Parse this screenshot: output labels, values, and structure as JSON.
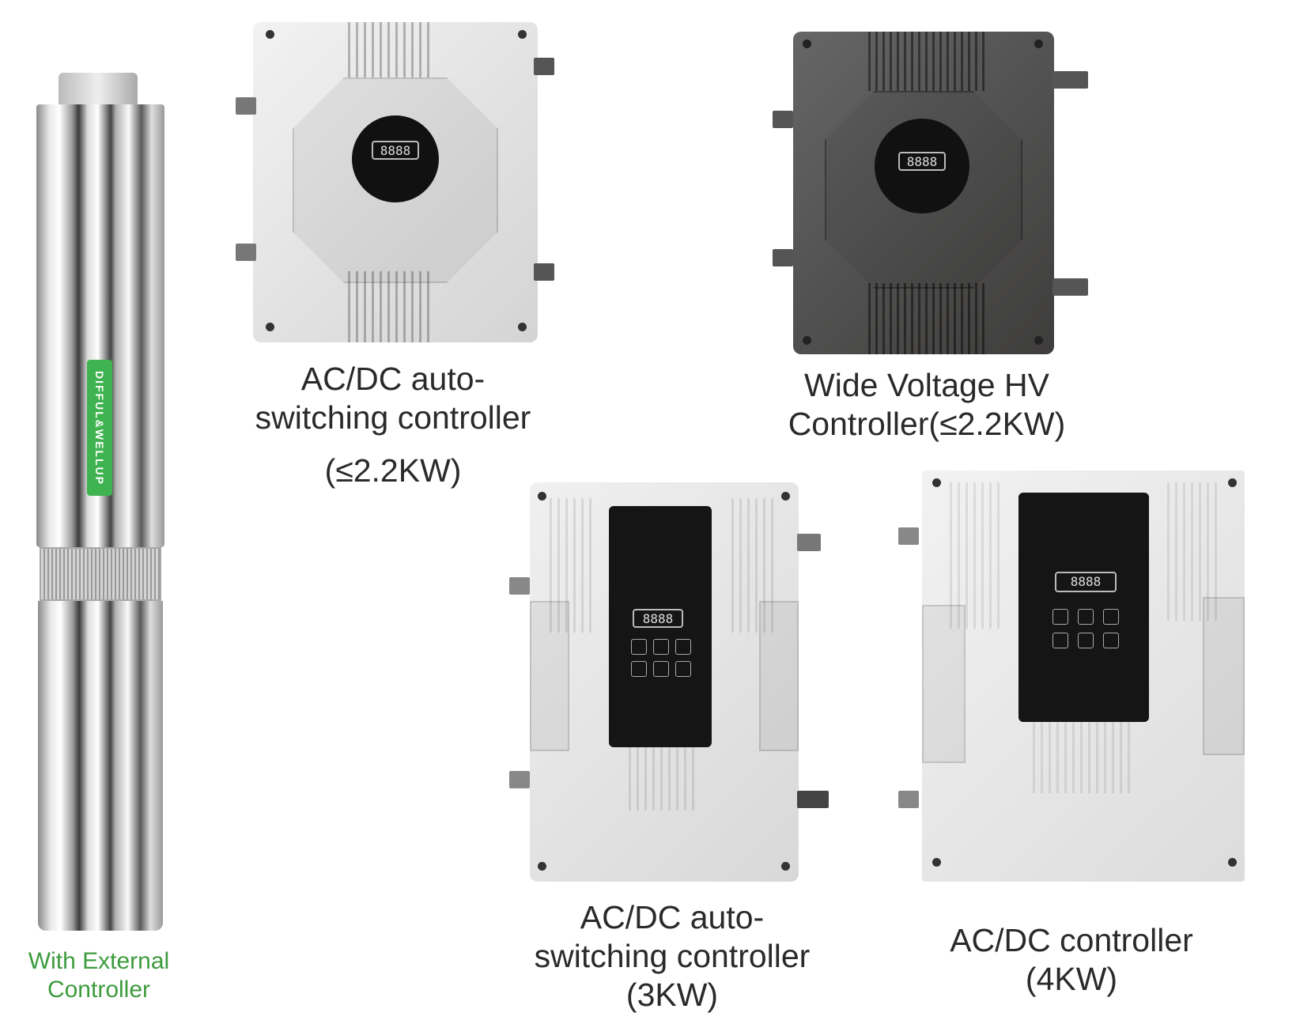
{
  "pump": {
    "brand": "DIFFUL&WELLUP",
    "caption_line1": "With External",
    "caption_line2": "Controller",
    "caption_color": "#3d9b3d"
  },
  "products": [
    {
      "line1": "AC/DC  auto-",
      "line2": "switching controller",
      "line3": "(≤2.2KW)",
      "body_color": "#e2e2e2"
    },
    {
      "line1": "Wide Voltage HV",
      "line2": "Controller(≤2.2KW)",
      "body_color": "#4e4d4c"
    },
    {
      "line1": "AC/DC auto-",
      "line2": "switching controller",
      "line3": "(3KW)",
      "body_color": "#e6e6e6"
    },
    {
      "line1": "AC/DC controller",
      "line2": "(4KW)",
      "body_color": "#e8e8e8"
    }
  ]
}
